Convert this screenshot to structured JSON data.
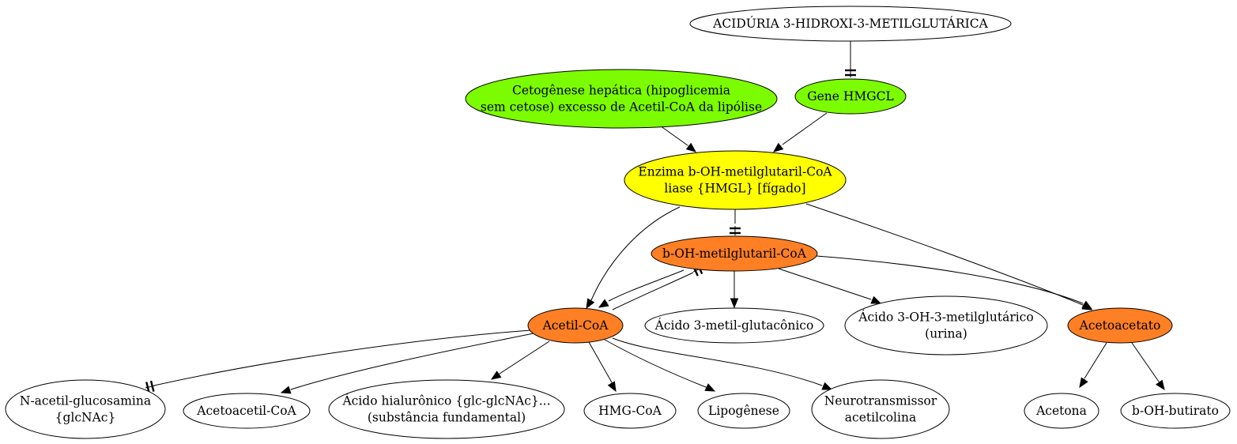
{
  "colors": {
    "green": "#7cfc00",
    "yellow": "#ffff00",
    "orange": "#ff7f24",
    "white": "#ffffff"
  },
  "nodes": {
    "acid_hmg": {
      "lines": [
        "ACIDÚRIA 3-HIDROXI-3-METILGLUTÁRICA"
      ]
    },
    "cetogenese": {
      "lines": [
        "Cetogênese hepática (hipoglicemia",
        "sem cetose) excesso de Acetil-CoA da lipólise"
      ]
    },
    "gene_hmgcl": {
      "lines": [
        "Gene HMGCL"
      ]
    },
    "enzima": {
      "lines": [
        "Enzima b-OH-metilglutaril-CoA",
        "liase {HMGL} [fígado]"
      ]
    },
    "boh_metilglutaril": {
      "lines": [
        "b-OH-metilglutaril-CoA"
      ]
    },
    "acetil_coa": {
      "lines": [
        "Acetil-CoA"
      ]
    },
    "acido_metilglutaconico": {
      "lines": [
        "Ácido 3-metil-glutacônico"
      ]
    },
    "acido_oh_metilglutarico": {
      "lines": [
        "Ácido 3-OH-3-metilglutárico",
        "(urina)"
      ]
    },
    "acetoacetato": {
      "lines": [
        "Acetoacetato"
      ]
    },
    "n_acetil_glucosamina": {
      "lines": [
        "N-acetil-glucosamina",
        "{glcNAc}"
      ]
    },
    "acetoacetil_coa": {
      "lines": [
        "Acetoacetil-CoA"
      ]
    },
    "acido_hialuronico": {
      "lines": [
        "Ácido hialurônico {glc-glcNAc}...",
        "(substância fundamental)"
      ]
    },
    "hmg_coa": {
      "lines": [
        "HMG-CoA"
      ]
    },
    "lipogenese": {
      "lines": [
        "Lipogênese"
      ]
    },
    "neurotransmissor": {
      "lines": [
        "Neurotransmissor",
        "acetilcolina"
      ]
    },
    "acetona": {
      "lines": [
        "Acetona"
      ]
    },
    "boh_butirato": {
      "lines": [
        "b-OH-butirato"
      ]
    }
  },
  "edges": [
    {
      "from": "acid_hmg",
      "to": "gene_hmgcl",
      "type": "tee"
    },
    {
      "from": "cetogenese",
      "to": "enzima",
      "type": "arrow"
    },
    {
      "from": "gene_hmgcl",
      "to": "enzima",
      "type": "arrow"
    },
    {
      "from": "enzima",
      "to": "boh_metilglutaril",
      "type": "tee"
    },
    {
      "from": "enzima",
      "to": "acetil_coa",
      "type": "arrow"
    },
    {
      "from": "enzima",
      "to": "acetoacetato",
      "type": "arrow"
    },
    {
      "from": "boh_metilglutaril",
      "to": "acetil_coa",
      "type": "arrow"
    },
    {
      "from": "acetil_coa",
      "to": "boh_metilglutaril",
      "type": "tee"
    },
    {
      "from": "boh_metilglutaril",
      "to": "acido_metilglutaconico",
      "type": "arrow"
    },
    {
      "from": "boh_metilglutaril",
      "to": "acido_oh_metilglutarico",
      "type": "arrow"
    },
    {
      "from": "boh_metilglutaril",
      "to": "acetoacetato",
      "type": "arrow"
    },
    {
      "from": "acetil_coa",
      "to": "n_acetil_glucosamina",
      "type": "tee"
    },
    {
      "from": "acetil_coa",
      "to": "acetoacetil_coa",
      "type": "arrow"
    },
    {
      "from": "acetil_coa",
      "to": "acido_hialuronico",
      "type": "arrow"
    },
    {
      "from": "acetil_coa",
      "to": "hmg_coa",
      "type": "arrow"
    },
    {
      "from": "acetil_coa",
      "to": "lipogenese",
      "type": "arrow"
    },
    {
      "from": "acetil_coa",
      "to": "neurotransmissor",
      "type": "arrow"
    },
    {
      "from": "acetoacetato",
      "to": "acetona",
      "type": "arrow"
    },
    {
      "from": "acetoacetato",
      "to": "boh_butirato",
      "type": "arrow"
    }
  ]
}
